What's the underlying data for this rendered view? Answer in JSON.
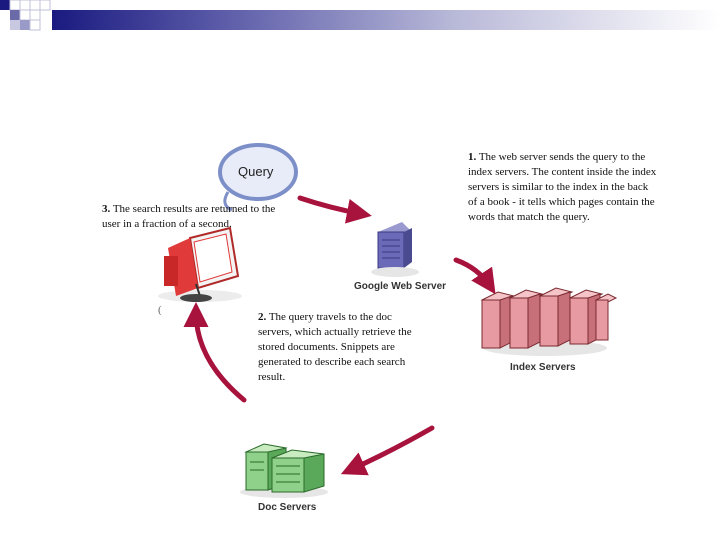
{
  "steps": [
    {
      "number": "1.",
      "text": "The web server sends the query to the index servers. The content inside the index servers is similar to the index in the back of a book - it tells which pages contain the words that match the query."
    },
    {
      "number": "2.",
      "text": "The query travels to the doc servers, which actually retrieve the stored documents. Snippets are generated to describe each search result."
    },
    {
      "number": "3.",
      "text": "The search results are returned to the user in a fraction of a second."
    }
  ],
  "labels": {
    "query": "Query",
    "web_server": "Google Web Server",
    "index_servers": "Index Servers",
    "doc_servers": "Doc Servers",
    "stray_mark": "("
  },
  "colors": {
    "arrow": "#a8133d",
    "index_server": "#e89aa2",
    "doc_server": "#8fd08a",
    "web_server": "#6a6ab8",
    "monitor": "#e03a3a",
    "query_bubble": "#7d8fc8",
    "title_bar_dark": "#1a1a80"
  }
}
